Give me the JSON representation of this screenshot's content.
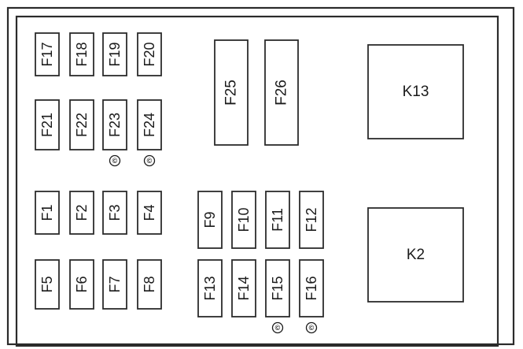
{
  "fuses": [
    {
      "id": "F17",
      "label": "F17"
    },
    {
      "id": "F18",
      "label": "F18"
    },
    {
      "id": "F19",
      "label": "F19"
    },
    {
      "id": "F20",
      "label": "F20"
    },
    {
      "id": "F21",
      "label": "F21"
    },
    {
      "id": "F22",
      "label": "F22"
    },
    {
      "id": "F23",
      "label": "F23",
      "marker": "©"
    },
    {
      "id": "F24",
      "label": "F24",
      "marker": "©"
    },
    {
      "id": "F25",
      "label": "F25"
    },
    {
      "id": "F26",
      "label": "F26"
    },
    {
      "id": "F1",
      "label": "F1"
    },
    {
      "id": "F2",
      "label": "F2"
    },
    {
      "id": "F3",
      "label": "F3"
    },
    {
      "id": "F4",
      "label": "F4"
    },
    {
      "id": "F5",
      "label": "F5"
    },
    {
      "id": "F6",
      "label": "F6"
    },
    {
      "id": "F7",
      "label": "F7"
    },
    {
      "id": "F8",
      "label": "F8"
    },
    {
      "id": "F9",
      "label": "F9"
    },
    {
      "id": "F10",
      "label": "F10"
    },
    {
      "id": "F11",
      "label": "F11"
    },
    {
      "id": "F12",
      "label": "F12"
    },
    {
      "id": "F13",
      "label": "F13"
    },
    {
      "id": "F14",
      "label": "F14"
    },
    {
      "id": "F15",
      "label": "F15",
      "marker": "©"
    },
    {
      "id": "F16",
      "label": "F16",
      "marker": "©"
    }
  ],
  "relays": [
    {
      "id": "K13",
      "label": "K13"
    },
    {
      "id": "K2",
      "label": "K2"
    }
  ],
  "colors": {
    "stroke": "#2b2b2b",
    "background": "#ffffff"
  }
}
